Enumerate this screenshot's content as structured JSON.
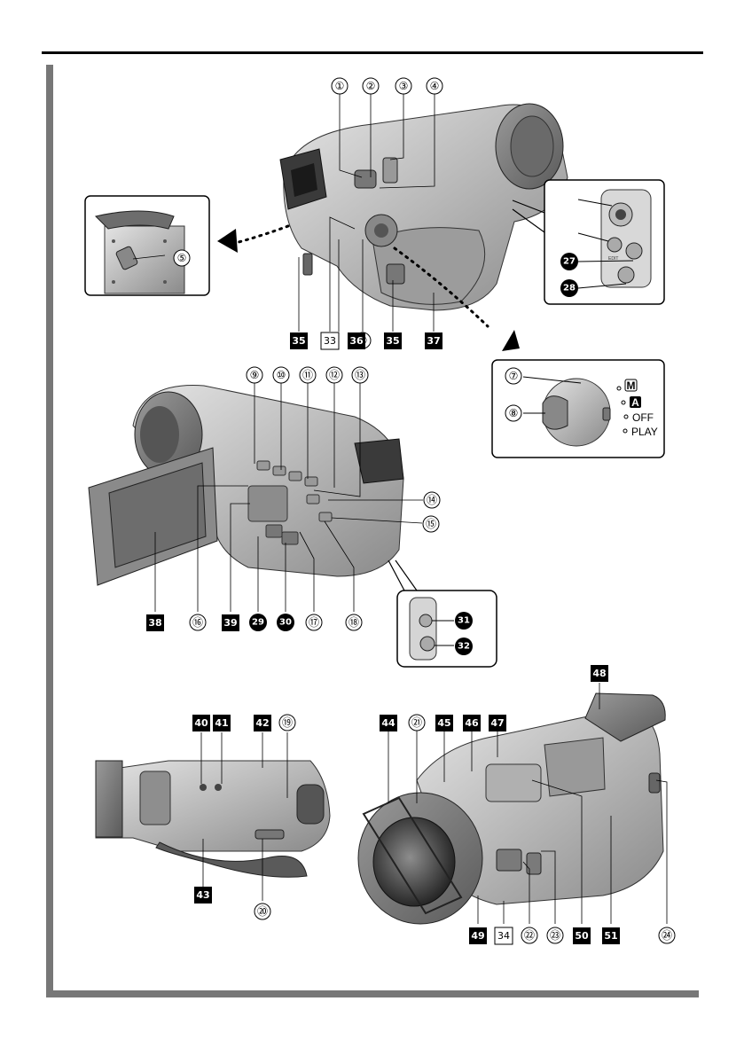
{
  "dial_labels": {
    "manual": "M",
    "auto": "A",
    "off": "OFF",
    "play": "PLAY"
  },
  "jack_labels": {
    "edit": "EDIT"
  },
  "callouts": {
    "c1": "①",
    "c2": "②",
    "c3": "③",
    "c4": "④",
    "c5": "⑤",
    "c6": "⑥",
    "c7": "⑦",
    "c8": "⑧",
    "c9": "⑨",
    "c10": "⑩",
    "c11": "⑪",
    "c12": "⑫",
    "c13": "⑬",
    "c14": "⑭",
    "c15": "⑮",
    "c16": "⑯",
    "c17": "⑰",
    "c18": "⑱",
    "c19": "⑲",
    "c20": "⑳",
    "c21": "㉑",
    "c22": "㉒",
    "c23": "㉓",
    "c24": "㉔",
    "c27": "27",
    "c28": "28",
    "c29": "29",
    "c30": "30",
    "c31": "31",
    "c32": "32",
    "c33": "33",
    "c34": "34",
    "c35a": "35",
    "c35b": "35",
    "c36": "36",
    "c37": "37",
    "c38": "38",
    "c39": "39",
    "c40": "40",
    "c41": "41",
    "c42": "42",
    "c43": "43",
    "c44": "44",
    "c45": "45",
    "c46": "46",
    "c47": "47",
    "c48": "48",
    "c49": "49",
    "c50": "50",
    "c51": "51"
  }
}
